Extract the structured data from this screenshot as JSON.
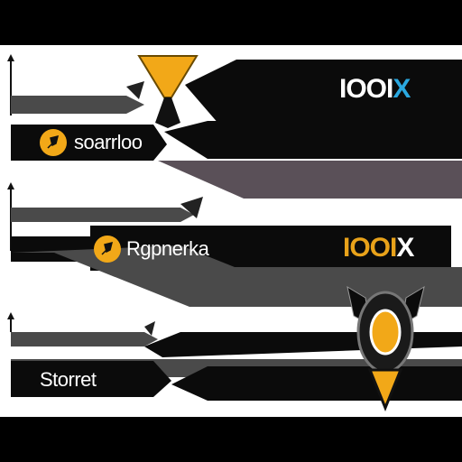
{
  "colors": {
    "background": "#000000",
    "panel": "#ffffff",
    "bar_dark": "#0b0b0b",
    "bar_grey": "#4a4a4a",
    "bar_mauve": "#5a5058",
    "accent_gold": "#f2a818",
    "accent_blue": "#2aa8e0"
  },
  "rows": [
    {
      "label": "soarrloo",
      "icon": "rocket-icon",
      "brand_a": "IOOI",
      "brand_b": "X"
    },
    {
      "label": "Rgpnerka",
      "icon": "rocket-icon",
      "brand_a": "IOOI",
      "brand_b": "X"
    },
    {
      "label": "Storret",
      "icon": "",
      "brand_a": "",
      "brand_b": ""
    }
  ]
}
